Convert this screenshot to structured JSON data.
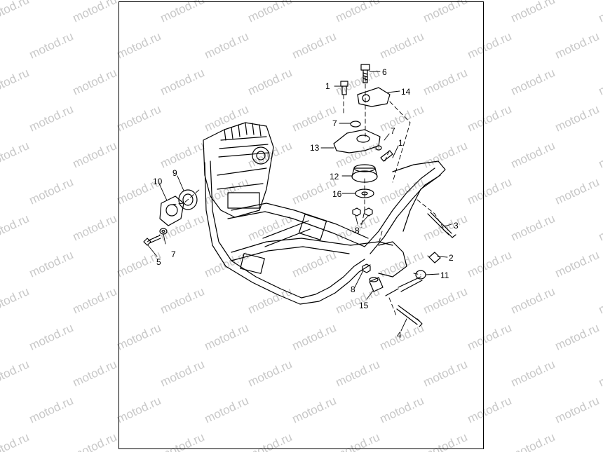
{
  "watermark": {
    "text": "motod.ru",
    "color": "#c8c8c8"
  },
  "diagram": {
    "callouts": [
      {
        "id": "c6",
        "label": "6"
      },
      {
        "id": "c1a",
        "label": "1"
      },
      {
        "id": "c14",
        "label": "14"
      },
      {
        "id": "c7a",
        "label": "7"
      },
      {
        "id": "c7b",
        "label": "7"
      },
      {
        "id": "c13",
        "label": "13"
      },
      {
        "id": "c1b",
        "label": "1"
      },
      {
        "id": "c12",
        "label": "12"
      },
      {
        "id": "c16",
        "label": "16"
      },
      {
        "id": "c8a",
        "label": "8"
      },
      {
        "id": "c10",
        "label": "10"
      },
      {
        "id": "c9",
        "label": "9"
      },
      {
        "id": "c7c",
        "label": "7"
      },
      {
        "id": "c5",
        "label": "5"
      },
      {
        "id": "c3",
        "label": "3"
      },
      {
        "id": "c2",
        "label": "2"
      },
      {
        "id": "c11",
        "label": "11"
      },
      {
        "id": "c8b",
        "label": "8"
      },
      {
        "id": "c15",
        "label": "15"
      },
      {
        "id": "c4",
        "label": "4"
      }
    ]
  }
}
